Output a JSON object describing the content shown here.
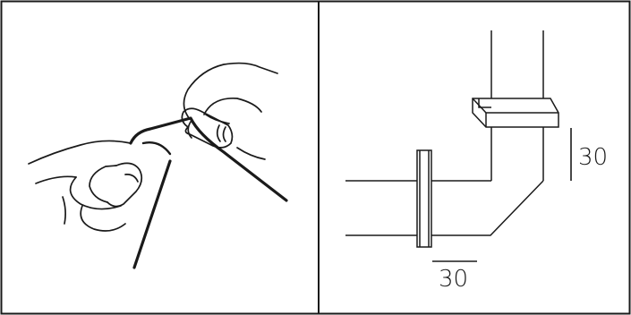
{
  "panels": [
    {
      "name": "hand-bending-strip"
    },
    {
      "name": "strip-clip-placement"
    }
  ],
  "dimensions": {
    "vertical_label": "30",
    "horizontal_label": "30"
  },
  "colors": {
    "stroke": "#1a1a1a",
    "background": "#ffffff"
  }
}
